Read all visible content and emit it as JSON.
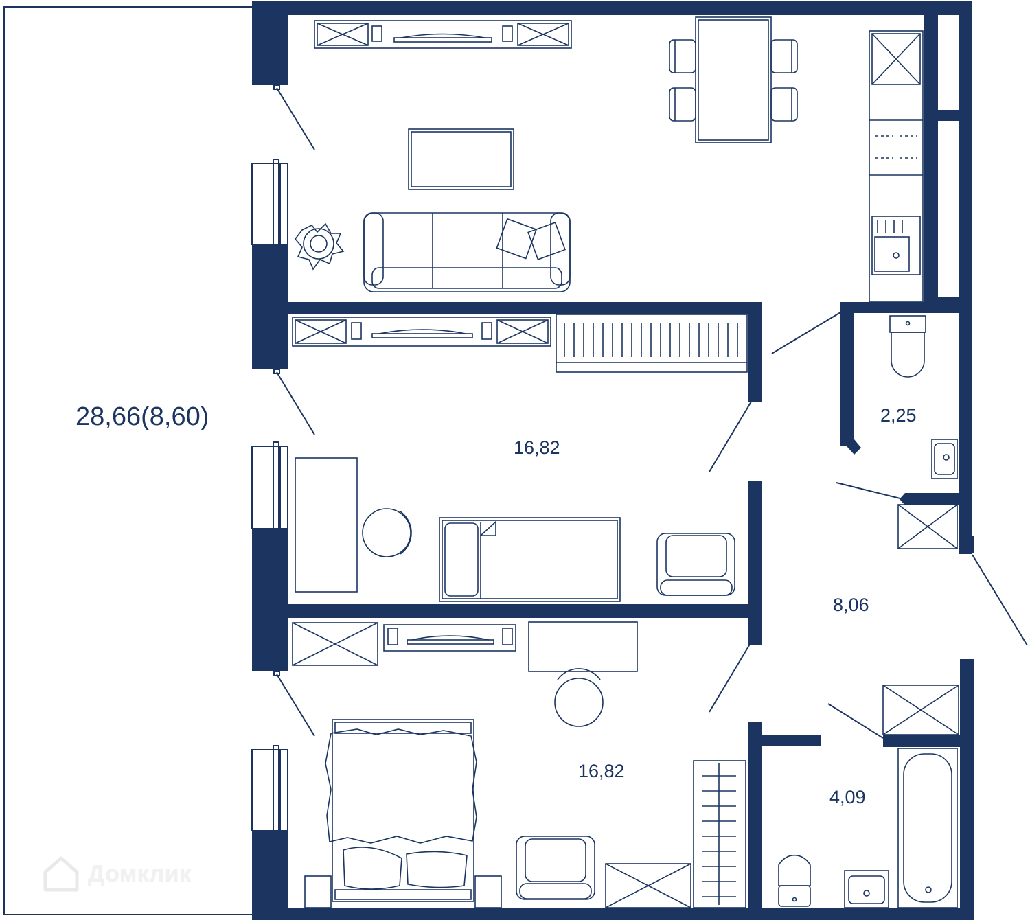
{
  "colors": {
    "wall": "#1b3560",
    "line": "#1b3560",
    "background": "#ffffff",
    "watermark": "#e6e6e6"
  },
  "areas": {
    "balcony": "28,66(8,60)",
    "living_kitchen": "16,82",
    "bedroom": "16,82",
    "hallway": "8,06",
    "toilet": "2,25",
    "bathroom": "4,09"
  },
  "watermark": {
    "icon": "house-outline-icon",
    "text": "Домклик"
  }
}
